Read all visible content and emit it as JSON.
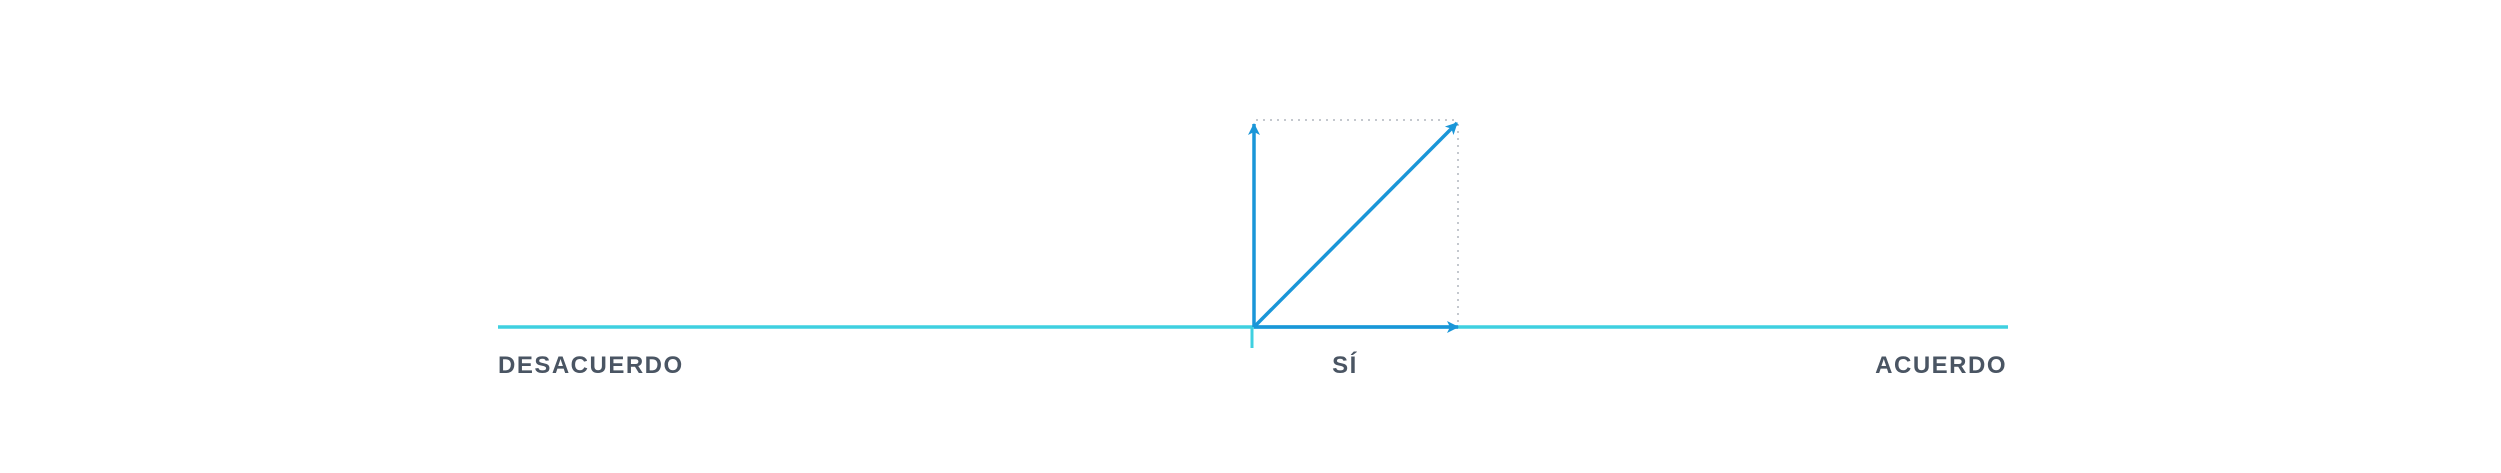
{
  "labels": {
    "left": "DESACUERDO",
    "center": "SÍ",
    "right": "ACUERDO"
  },
  "colors": {
    "axis": "#3fd0e0",
    "vector": "#1a96d8",
    "guide": "#c4c8ce",
    "text": "#4a5563",
    "background": "#ffffff"
  },
  "icons": {
    "arrowhead": "arrowhead-icon"
  }
}
